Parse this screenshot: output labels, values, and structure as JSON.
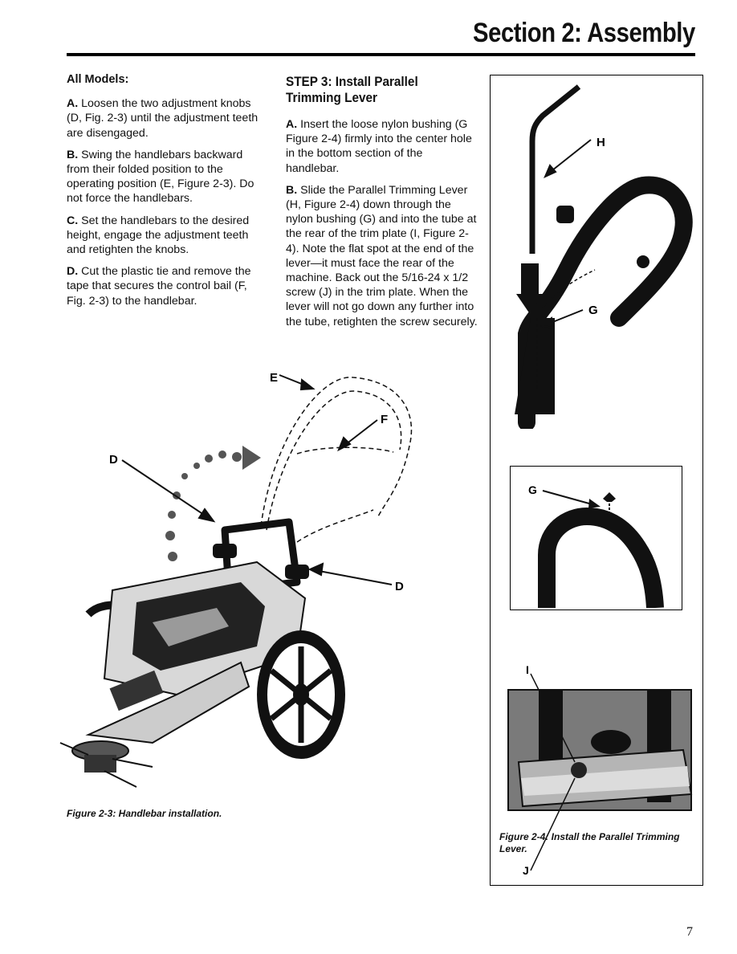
{
  "header": {
    "section_title": "Section 2: Assembly"
  },
  "left_column": {
    "heading": "All Models:",
    "items": [
      {
        "label": "A.",
        "text": " Loosen the two adjustment knobs (D, Fig. 2-3) until the adjustment teeth are disengaged."
      },
      {
        "label": "B.",
        "text": " Swing the handlebars backward from their folded position to the operating position (E, Figure 2-3). Do not force the handlebars."
      },
      {
        "label": "C.",
        "text": " Set the handlebars to the desired height, engage the adjustment teeth and retighten the knobs."
      },
      {
        "label": "D.",
        "text": " Cut the plastic tie and remove the tape that secures the control bail (F, Fig. 2-3) to the handlebar."
      }
    ]
  },
  "right_column": {
    "step_title": "STEP 3: Install Parallel Trimming Lever",
    "items": [
      {
        "label": "A.",
        "text": " Insert the loose nylon bushing (G Figure 2-4) firmly into the center hole in the bottom section of the handlebar."
      },
      {
        "label": "B.",
        "text": " Slide the Parallel Trimming Lever (H, Figure 2-4) down through the nylon bushing (G) and into the tube at the rear of the trim plate (I, Figure 2-4). Note the flat spot at the end of the lever—it must face the rear of the machine. Back out the 5/16-24 x 1/2 screw (J) in the trim plate. When the lever will not go down any further into the tube, retighten the screw securely."
      }
    ]
  },
  "figure_2_3": {
    "caption": "Figure 2-3: Handlebar installation.",
    "callouts": {
      "e": "E",
      "f": "F",
      "d1": "D",
      "d2": "D"
    }
  },
  "figure_2_4": {
    "caption": "Figure 2-4: Install the Parallel Trimming Lever.",
    "callouts": {
      "h": "H",
      "g1": "G",
      "g2": "G",
      "i": "I",
      "j": "J"
    }
  },
  "footer": {
    "page_number": "7"
  }
}
